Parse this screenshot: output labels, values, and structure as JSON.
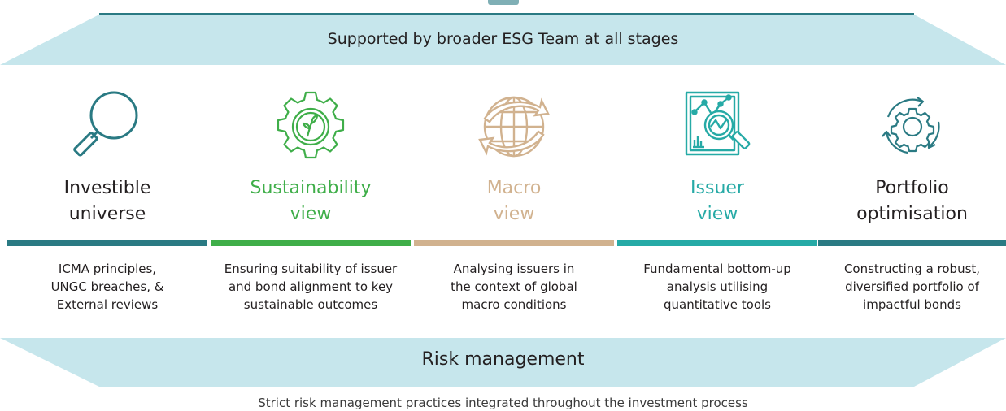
{
  "colors": {
    "banner_fill": "#c6e6ec",
    "teal_dark": "#2a7a83",
    "green": "#3fae49",
    "tan": "#d1b28f",
    "teal": "#26aaa6",
    "text": "#231f20"
  },
  "header": {
    "banner_text": "Supported by broader ESG Team at all stages"
  },
  "stages": [
    {
      "title_lines": [
        "Investible",
        "universe"
      ],
      "icon": "magnifier-icon",
      "color": "#2a7a83",
      "title_color": "#231f20",
      "desc_lines": [
        "ICMA principles,",
        "UNGC breaches, &",
        "External reviews"
      ]
    },
    {
      "title_lines": [
        "Sustainability",
        "view"
      ],
      "icon": "gear-sprout-icon",
      "color": "#3fae49",
      "title_color": "#3fae49",
      "desc_lines": [
        "Ensuring suitability of issuer",
        "and bond alignment to key",
        "sustainable outcomes"
      ]
    },
    {
      "title_lines": [
        "Macro",
        "view"
      ],
      "icon": "globe-arrows-icon",
      "color": "#d1b28f",
      "title_color": "#d1b28f",
      "desc_lines": [
        "Analysing issuers in",
        "the context of global",
        "macro conditions"
      ]
    },
    {
      "title_lines": [
        "Issuer",
        "view"
      ],
      "icon": "chart-magnifier-icon",
      "color": "#26aaa6",
      "title_color": "#26aaa6",
      "desc_lines": [
        "Fundamental bottom-up",
        "analysis utilising",
        "quantitative tools"
      ]
    },
    {
      "title_lines": [
        "Portfolio",
        "optimisation"
      ],
      "icon": "gear-cycle-icon",
      "color": "#2a7a83",
      "title_color": "#231f20",
      "desc_lines": [
        "Constructing a robust,",
        "diversified portfolio of",
        "impactful bonds"
      ]
    }
  ],
  "footer": {
    "banner_text": "Risk management",
    "note": "Strict risk management practices integrated throughout the investment process"
  }
}
